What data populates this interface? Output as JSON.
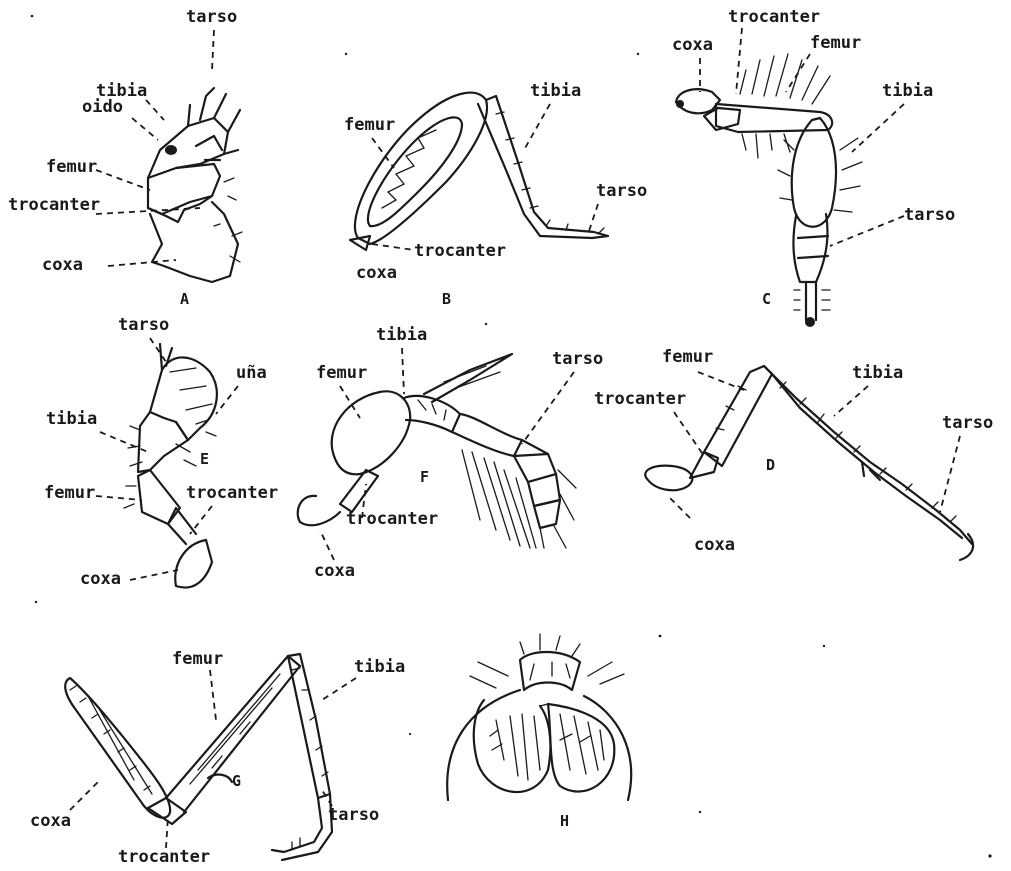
{
  "panels": {
    "A": {
      "letter": "A",
      "labels": {
        "tarso": "tarso",
        "tibia": "tibia",
        "oido": "oido",
        "femur": "femur",
        "trocanter": "trocanter",
        "coxa": "coxa"
      }
    },
    "B": {
      "letter": "B",
      "labels": {
        "femur": "femur",
        "tibia": "tibia",
        "tarso": "tarso",
        "trocanter": "trocanter",
        "coxa": "coxa"
      }
    },
    "C": {
      "letter": "C",
      "labels": {
        "trocanter": "trocanter",
        "coxa": "coxa",
        "femur": "femur",
        "tibia": "tibia",
        "tarso": "tarso"
      }
    },
    "E": {
      "letter": "E",
      "labels": {
        "tarso": "tarso",
        "una": "uña",
        "tibia": "tibia",
        "femur": "femur",
        "trocanter": "trocanter",
        "coxa": "coxa"
      }
    },
    "F": {
      "letter": "F",
      "labels": {
        "tibia": "tibia",
        "femur": "femur",
        "tarso": "tarso",
        "trocanter": "trocanter",
        "coxa": "coxa"
      }
    },
    "D": {
      "letter": "D",
      "labels": {
        "femur": "femur",
        "trocanter": "trocanter",
        "tibia": "tibia",
        "tarso": "tarso",
        "coxa": "coxa"
      }
    },
    "G": {
      "letter": "G",
      "labels": {
        "femur": "femur",
        "tibia": "tibia",
        "coxa": "coxa",
        "tarso": "tarso",
        "trocanter": "trocanter"
      }
    },
    "H": {
      "letter": "H"
    }
  }
}
